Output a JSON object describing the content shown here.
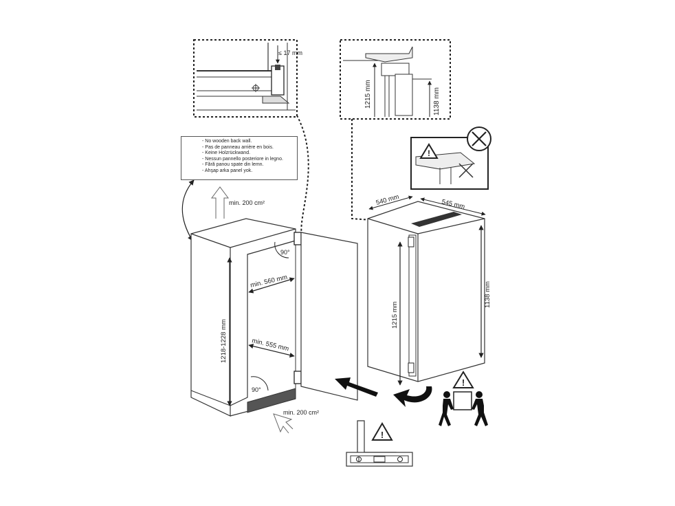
{
  "warning_notes": [
    "- No wooden back wall.",
    "- Pas de panneau arrière en bois.",
    "- Keine Holzrückwand.",
    "- Nessun pannello posteriore in legno.",
    "- Fără panou spate din lemn.",
    "- Ahşap arka panel yok."
  ],
  "labels": {
    "top_gap": "≤ 17 mm",
    "detail_height_1215": "1215 mm",
    "detail_height_1138": "1138 mm",
    "vent_top": "min. 200 cm²",
    "vent_bottom": "min. 200 cm²",
    "angle_top": "90°",
    "angle_bottom": "90°",
    "niche_width_top": "min. 560 mm",
    "niche_width_bottom": "min. 555 mm",
    "niche_height": "1218-1228 mm",
    "appliance_depth": "540 mm",
    "appliance_width": "545 mm",
    "appliance_height_front": "1215 mm",
    "appliance_height_side": "1138 mm"
  }
}
